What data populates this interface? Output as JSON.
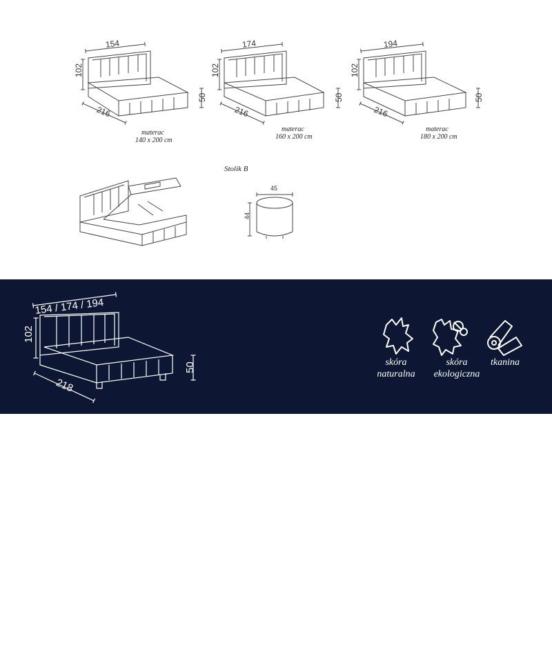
{
  "beds": [
    {
      "width": "154",
      "depth": "216",
      "height": "102",
      "leg": "50",
      "mattress_label": "materac",
      "mattress_size": "140 x 200 cm"
    },
    {
      "width": "174",
      "depth": "216",
      "height": "102",
      "leg": "50",
      "mattress_label": "materac",
      "mattress_size": "160 x 200 cm"
    },
    {
      "width": "194",
      "depth": "216",
      "height": "102",
      "leg": "50",
      "mattress_label": "materac",
      "mattress_size": "180 x 200 cm"
    }
  ],
  "nightstand": {
    "title": "Stolik B",
    "width": "45",
    "height": "44"
  },
  "summary": {
    "widths": "154 / 174 / 194",
    "height": "102",
    "depth": "218",
    "leg": "50",
    "mattress_title": "materac",
    "mattress_sizes": [
      "140 x 200 cm",
      "160 x 200 cm",
      "180 x 200 cm"
    ]
  },
  "materials": [
    {
      "icon": "leather-hide-icon",
      "line1": "skóra",
      "line2": "naturalna"
    },
    {
      "icon": "eco-leather-icon",
      "line1": "skóra",
      "line2": "ekologiczna"
    },
    {
      "icon": "fabric-roll-icon",
      "line1": "tkanina",
      "line2": ""
    }
  ],
  "colors": {
    "panel": "#0d1733",
    "line": "#444444",
    "panel_line": "#ffffff"
  }
}
